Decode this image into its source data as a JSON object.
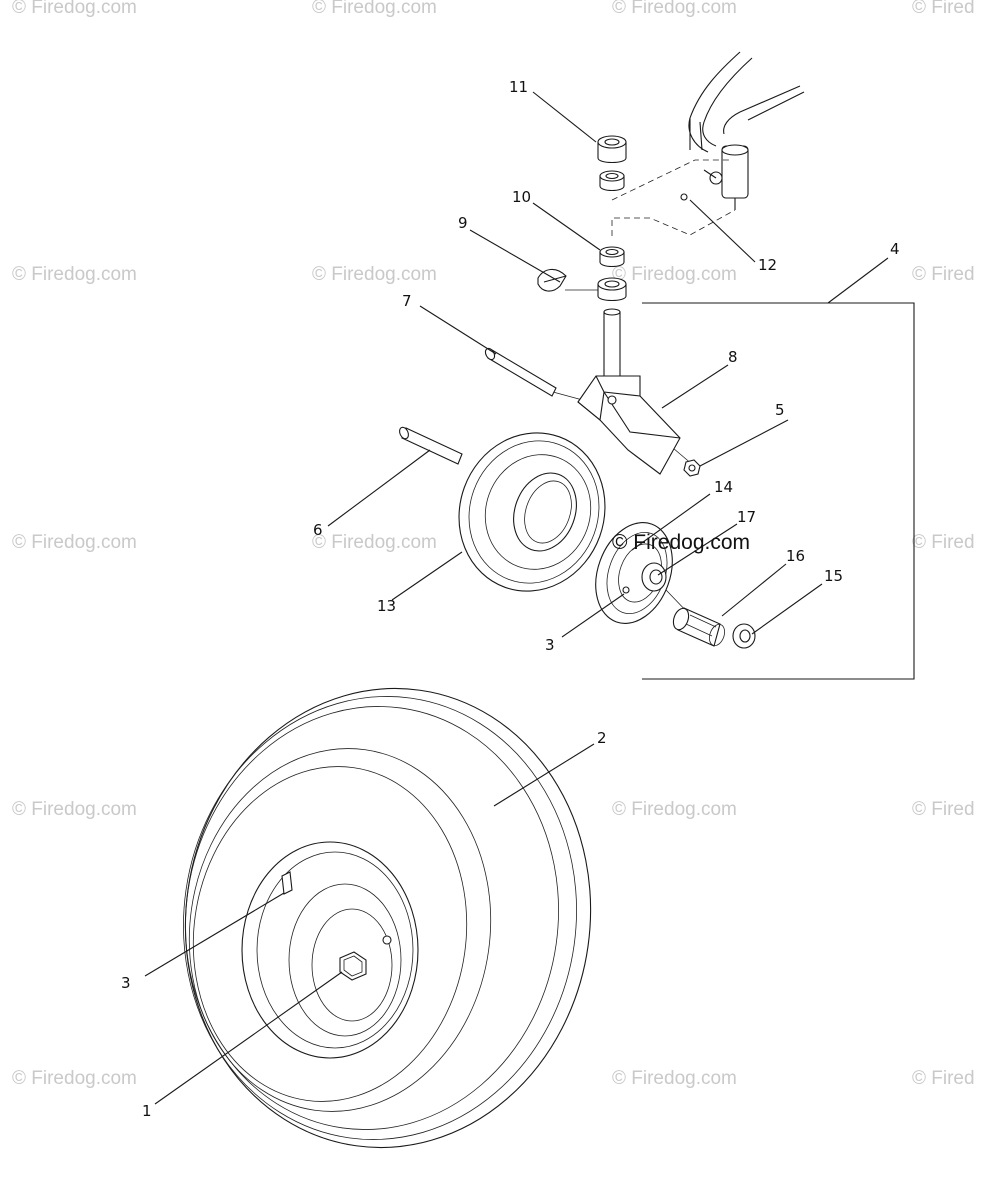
{
  "watermark": {
    "text": "© Firedog.com",
    "text_cut": "© Fired",
    "overlay_text": "© Firedog.com"
  },
  "callouts": {
    "c1": "1",
    "c2": "2",
    "c3_lower": "3",
    "c3_upper": "3",
    "c4": "4",
    "c5": "5",
    "c6": "6",
    "c7": "7",
    "c8": "8",
    "c9": "9",
    "c10": "10",
    "c11": "11",
    "c12": "12",
    "c13": "13",
    "c14": "14",
    "c15": "15",
    "c16": "16",
    "c17": "17"
  }
}
